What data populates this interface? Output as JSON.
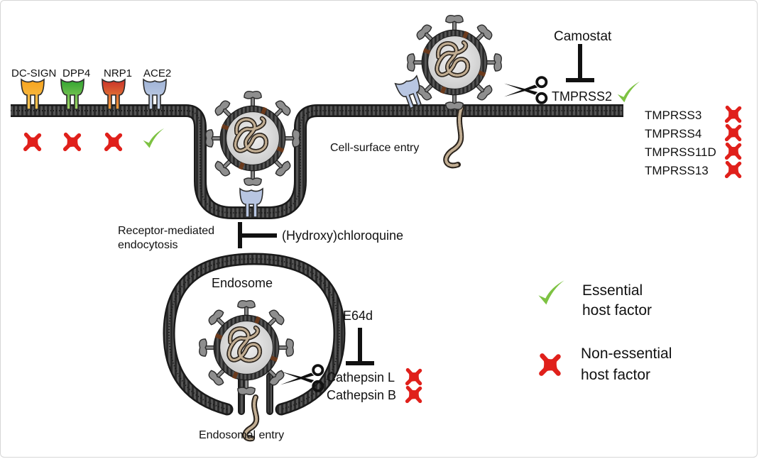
{
  "receptors": [
    {
      "name": "DC-SIGN",
      "essential": false,
      "color_top": "#f7a21b",
      "color_bottom": "#f6c75a"
    },
    {
      "name": "DPP4",
      "essential": false,
      "color_top": "#2fa32f",
      "color_bottom": "#a6d86a"
    },
    {
      "name": "NRP1",
      "essential": false,
      "color_top": "#c8302a",
      "color_bottom": "#f2a03a"
    },
    {
      "name": "ACE2",
      "essential": true,
      "color_top": "#9fb3d6",
      "color_bottom": "#c9d5ea"
    }
  ],
  "inhibitors": {
    "camostat": "Camostat",
    "chloroquine": "(Hydroxy)chloroquine",
    "e64d": "E64d"
  },
  "proteases": {
    "tmprss2": "TMPRSS2",
    "tmprss2_essential": true,
    "other_tmprss": [
      "TMPRSS3",
      "TMPRSS4",
      "TMPRSS11D",
      "TMPRSS13"
    ],
    "cathepsins": [
      "Cathepsin L",
      "Cathepsin B"
    ]
  },
  "routes": {
    "cell_surface": "Cell-surface entry",
    "receptor_mediated_line1": "Receptor-mediated",
    "receptor_mediated_line2": "endocytosis",
    "endosome": "Endosome",
    "endosomal_entry": "Endosomal entry"
  },
  "legend": {
    "essential_line1": "Essential",
    "essential_line2": "host factor",
    "nonessential_line1": "Non-essential",
    "nonessential_line2": "host factor"
  },
  "colors": {
    "check": "#7dc242",
    "cross": "#e0201b",
    "membrane": "#3a3a3a",
    "virus_core": "#dedede",
    "spike": "#8e8e8e"
  }
}
